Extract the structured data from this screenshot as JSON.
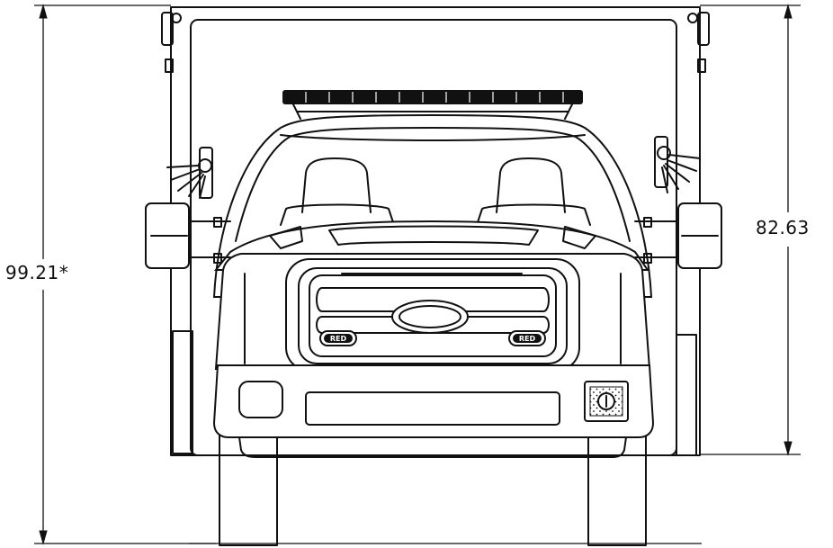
{
  "dimensions": {
    "overall_height_label": "99.21*",
    "body_height_label": "82.63"
  },
  "lightbar_badges": {
    "left": "RED",
    "right": "RED"
  },
  "colors": {
    "line": "#111111",
    "background": "#ffffff"
  }
}
